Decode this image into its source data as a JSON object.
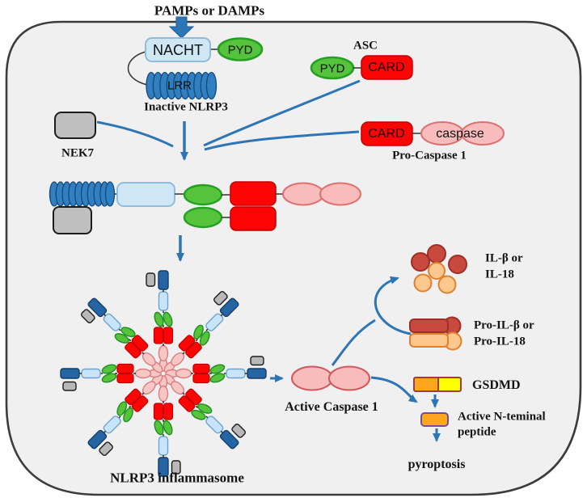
{
  "stimulus": {
    "label": "PAMPs or DAMPs"
  },
  "inactive_nlrp3": {
    "nacht": "NACHT",
    "pyd": "PYD",
    "lrr": "LRR",
    "label": "Inactive NLRP3"
  },
  "asc": {
    "label": "ASC",
    "pyd": "PYD",
    "card": "CARD"
  },
  "nek7": {
    "label": "NEK7"
  },
  "pro_caspase1": {
    "card": "CARD",
    "caspase": "caspase",
    "label": "Pro-Caspase 1"
  },
  "inflammasome": {
    "label": "NLRP3 inflammasome"
  },
  "active_caspase1": {
    "label": "Active Caspase 1"
  },
  "cytokines": {
    "line1": "IL-β or",
    "line2": "IL-18"
  },
  "pro_cytokines": {
    "line1": "Pro-IL-β or",
    "line2": "Pro-IL-18"
  },
  "gsdmd": {
    "label": "GSDMD"
  },
  "n_terminal": {
    "line1": "Active N-teminal",
    "line2": "peptide"
  },
  "pyroptosis": {
    "label": "pyroptosis"
  },
  "colors": {
    "cell_fill": "#f0f0f0",
    "cell_border": "#3c3c3c",
    "arrow_blue": "#2e75b6",
    "nacht_fill": "#cfe7f5",
    "nacht_border": "#8fbcd9",
    "pyd_green": "#55c33c",
    "pyd_border": "#25a025",
    "lrr_blue": "#2f7fc1",
    "lrr_dark": "#1f5c99",
    "card_red": "#fe0505",
    "caspase_pink": "#f9bcbc",
    "caspase_border": "#dd7070",
    "nek7_gray": "#bfbfbf",
    "il_red": "#c84a3e",
    "il_orange": "#fcc88e",
    "gsdmd_orange": "#ffa51e",
    "gsdmd_yellow": "#ffff00"
  }
}
